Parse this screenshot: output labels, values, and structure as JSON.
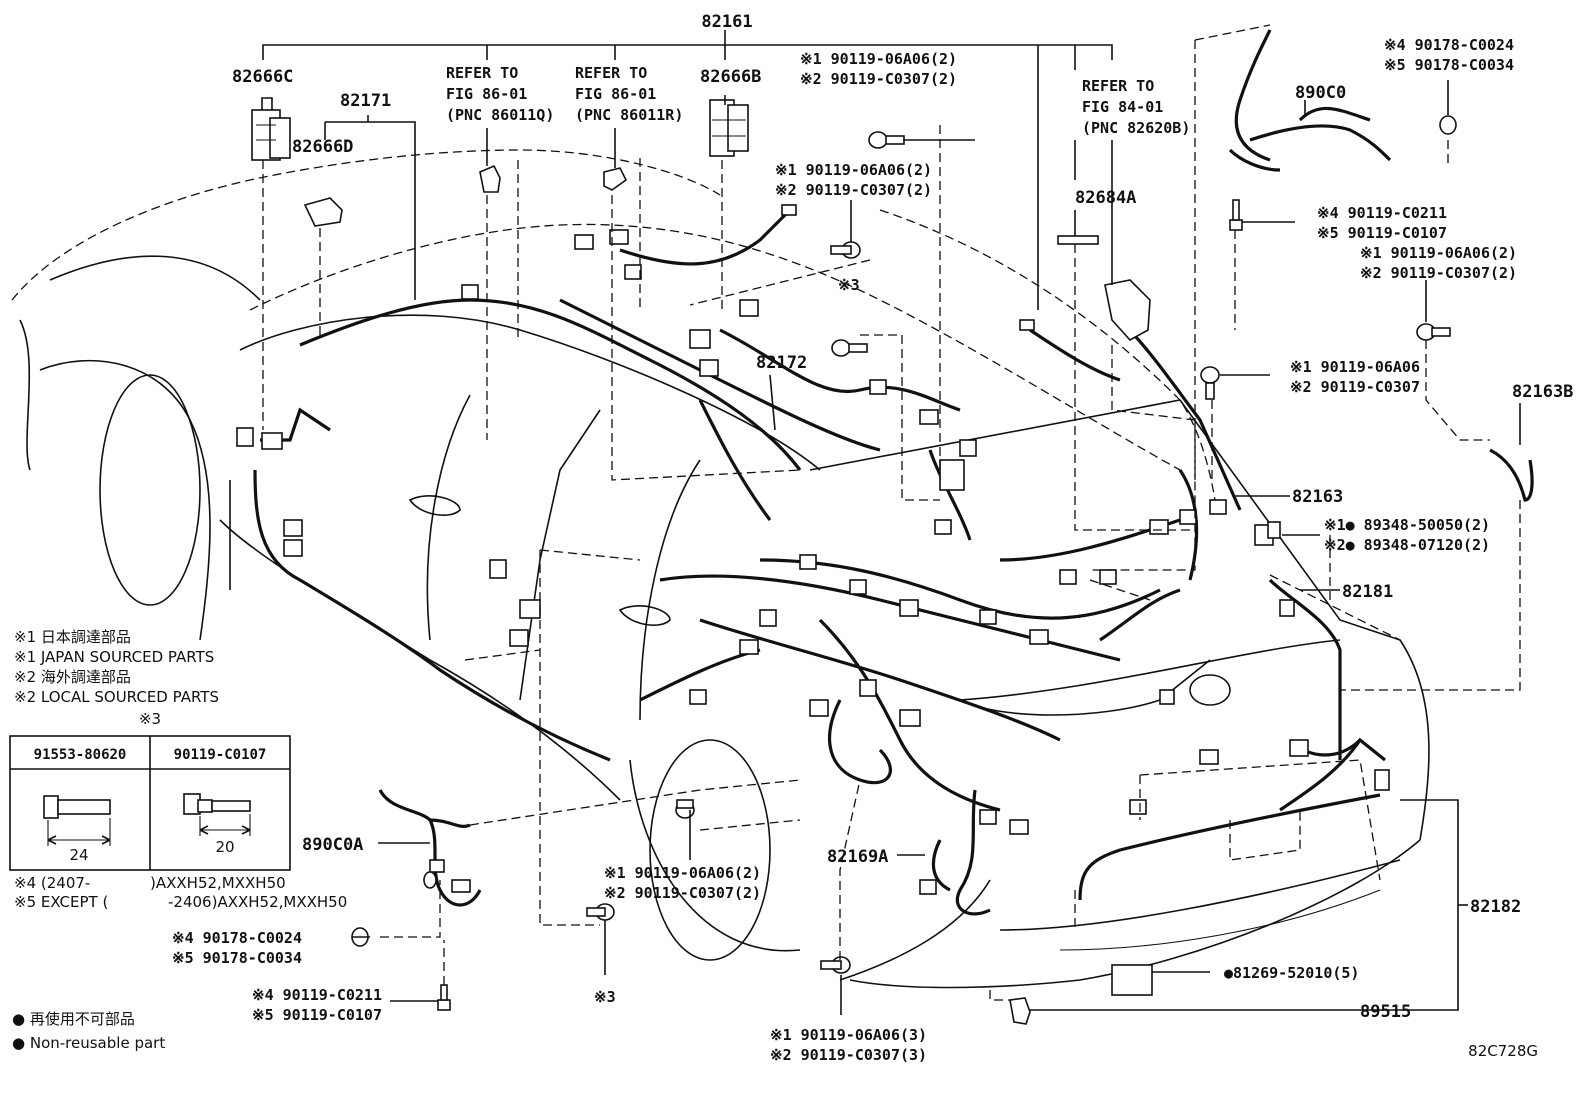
{
  "callouts": {
    "p82161": "82161",
    "p82666C": "82666C",
    "p82171": "82171",
    "p82666D": "82666D",
    "refer1_a": "REFER TO",
    "refer1_b": "FIG 86-01",
    "refer1_c": "(PNC 86011Q)",
    "refer2_a": "REFER TO",
    "refer2_b": "FIG 86-01",
    "refer2_c": "(PNC 86011R)",
    "p82666B": "82666B",
    "refer3_a": "REFER TO",
    "refer3_b": "FIG 84-01",
    "refer3_c": "(PNC 82620B)",
    "p82684A": "82684A",
    "p890C0": "890C0",
    "p82172": "82172",
    "p82163B": "82163B",
    "p82163": "82163",
    "p82181": "82181",
    "p890C0A": "890C0A",
    "p82169A": "82169A",
    "p82182": "82182",
    "p89515": "89515",
    "ref3_a": "※3",
    "ref3_b": "※3",
    "fig_code": "82C728G"
  },
  "bolt_groups": {
    "top_center_1": "※1 90119-06A06(2)",
    "top_center_2": "※2 90119-C0307(2)",
    "mid_center_1": "※1 90119-06A06(2)",
    "mid_center_2": "※2 90119-C0307(2)",
    "top_right_4": "※4 90178-C0024",
    "top_right_5": "※5 90178-C0034",
    "right_a4": "※4 90119-C0211",
    "right_a5": "※5 90119-C0107",
    "right_b1": "※1 90119-06A06(2)",
    "right_b2": "※2 90119-C0307(2)",
    "right_c1": "※1 90119-06A06",
    "right_c2": "※2 90119-C0307",
    "clip1": "※1● 89348-50050(2)",
    "clip2": "※2● 89348-07120(2)",
    "bottom_mid_1": "※1 90119-06A06(2)",
    "bottom_mid_2": "※2 90119-C0307(2)",
    "left_4": "※4 90178-C0024",
    "left_5": "※5 90178-C0034",
    "left_b4": "※4 90119-C0211",
    "left_b5": "※5 90119-C0107",
    "plate": "●81269-52010(5)",
    "bottom_1": "※1 90119-06A06(3)",
    "bottom_2": "※2 90119-C0307(3)"
  },
  "legend": {
    "jp1": "※1 日本調達部品",
    "en1": "※1 JAPAN SOURCED PARTS",
    "jp2": "※2 海外調達部品",
    "en2": "※2 LOCAL SOURCED PARTS",
    "table_title": "※3",
    "table_headers": [
      "91553-80620",
      "90119-C0107"
    ],
    "dims": [
      "24",
      "20"
    ],
    "note4_a": "※4 (2407-",
    "note4_b": ")AXXH52,MXXH50",
    "note5_a": "※5 EXCEPT (",
    "note5_b": "-2406)AXXH52,MXXH50",
    "nonreuse_jp": "● 再使用不可部品",
    "nonreuse_en": "● Non-reusable part"
  }
}
